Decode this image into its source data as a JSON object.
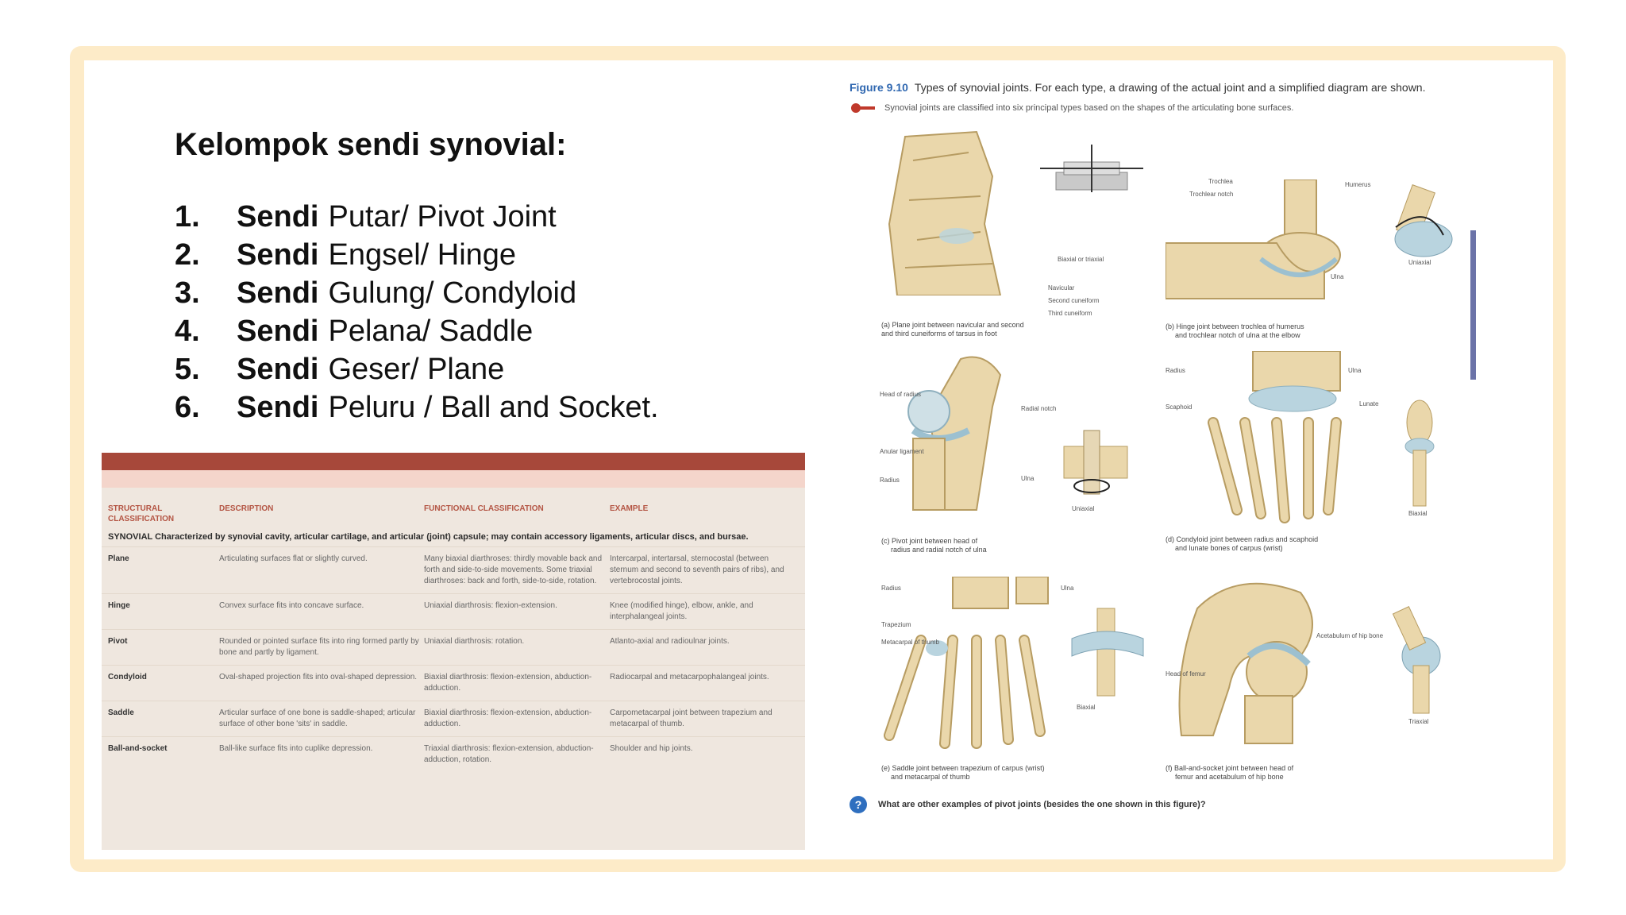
{
  "heading": "Kelompok sendi synovial:",
  "list": [
    {
      "num": "1.",
      "bold": "Sendi",
      "rest": "Putar/ Pivot Joint"
    },
    {
      "num": "2.",
      "bold": "Sendi",
      "rest": "Engsel/ Hinge"
    },
    {
      "num": "3.",
      "bold": "Sendi",
      "rest": "Gulung/ Condyloid"
    },
    {
      "num": "4.",
      "bold": "Sendi",
      "rest": "Pelana/ Saddle"
    },
    {
      "num": "5.",
      "bold": "Sendi",
      "rest": "Geser/ Plane"
    },
    {
      "num": "6.",
      "bold": "Sendi",
      "rest": "Peluru / Ball and Socket."
    }
  ],
  "table": {
    "headers": [
      "STRUCTURAL CLASSIFICATION",
      "DESCRIPTION",
      "FUNCTIONAL CLASSIFICATION",
      "EXAMPLE"
    ],
    "synovial": "SYNOVIAL  Characterized by synovial cavity, articular cartilage, and articular (joint) capsule; may contain accessory ligaments, articular discs, and bursae.",
    "rows": [
      {
        "type": "Plane",
        "desc": "Articulating surfaces flat or slightly curved.",
        "func": "Many biaxial diarthroses: thirdly movable back and forth and side-to-side movements. Some triaxial diarthroses: back and forth, side-to-side, rotation.",
        "example": "Intercarpal, intertarsal, sternocostal (between sternum and second to seventh pairs of ribs), and vertebrocostal joints."
      },
      {
        "type": "Hinge",
        "desc": "Convex surface fits into concave surface.",
        "func": "Uniaxial diarthrosis: flexion-extension.",
        "example": "Knee (modified hinge), elbow, ankle, and interphalangeal joints."
      },
      {
        "type": "Pivot",
        "desc": "Rounded or pointed surface fits into ring formed partly by bone and partly by ligament.",
        "func": "Uniaxial diarthrosis: rotation.",
        "example": "Atlanto-axial and radioulnar joints."
      },
      {
        "type": "Condyloid",
        "desc": "Oval-shaped projection fits into oval-shaped depression.",
        "func": "Biaxial diarthrosis: flexion-extension, abduction-adduction.",
        "example": "Radiocarpal and metacarpophalangeal joints."
      },
      {
        "type": "Saddle",
        "desc": "Articular surface of one bone is saddle-shaped; articular surface of other bone 'sits' in saddle.",
        "func": "Biaxial diarthrosis: flexion-extension, abduction-adduction.",
        "example": "Carpometacarpal joint between trapezium and metacarpal of thumb."
      },
      {
        "type": "Ball-and-socket",
        "desc": "Ball-like surface fits into cuplike depression.",
        "func": "Triaxial diarthrosis: flexion-extension, abduction-adduction, rotation.",
        "example": "Shoulder and hip joints."
      }
    ]
  },
  "figure": {
    "label": "Figure 9.10",
    "title": "Types of synovial joints. For each type, a drawing of the actual joint and a simplified diagram are shown.",
    "subtitle": "Synovial joints are classified into six principal types based on the shapes of the articulating bone surfaces.",
    "panels": {
      "a": {
        "caption1": "(a) Plane joint between navicular and second",
        "caption2": "and third cuneiforms of tarsus in foot",
        "axis": "Biaxial or triaxial",
        "labels": [
          "Navicular",
          "Second cuneiform",
          "Third cuneiform"
        ]
      },
      "b": {
        "caption1": "(b) Hinge joint between trochlea of humerus",
        "caption2": "and trochlear notch of ulna at the elbow",
        "axis": "Uniaxial",
        "labels": [
          "Trochlea",
          "Trochlear notch",
          "Humerus",
          "Ulna"
        ]
      },
      "c": {
        "caption1": "(c) Pivot joint between head of",
        "caption2": "radius and radial notch of ulna",
        "axis": "Uniaxial",
        "labels": [
          "Head of radius",
          "Radial notch",
          "Anular ligament",
          "Radius",
          "Ulna"
        ]
      },
      "d": {
        "caption1": "(d) Condyloid joint between radius and scaphoid",
        "caption2": "and lunate bones of carpus (wrist)",
        "axis": "Biaxial",
        "labels": [
          "Radius",
          "Ulna",
          "Scaphoid",
          "Lunate"
        ]
      },
      "e": {
        "caption1": "(e) Saddle joint between trapezium of carpus (wrist)",
        "caption2": "and metacarpal of thumb",
        "axis": "Biaxial",
        "labels": [
          "Radius",
          "Ulna",
          "Trapezium",
          "Metacarpal of thumb"
        ]
      },
      "f": {
        "caption1": "(f) Ball-and-socket joint between head of",
        "caption2": "femur and acetabulum of hip bone",
        "axis": "Triaxial",
        "labels": [
          "Acetabulum of hip bone",
          "Head of femur"
        ]
      }
    },
    "question": "What are other examples of pivot joints (besides the one shown in this figure)?"
  },
  "colors": {
    "frame": "#fdebc8",
    "table_header": "#a7483a",
    "figure_label": "#2f67b0",
    "bone": "#ead7ab",
    "cartilage": "#b9d4df"
  }
}
